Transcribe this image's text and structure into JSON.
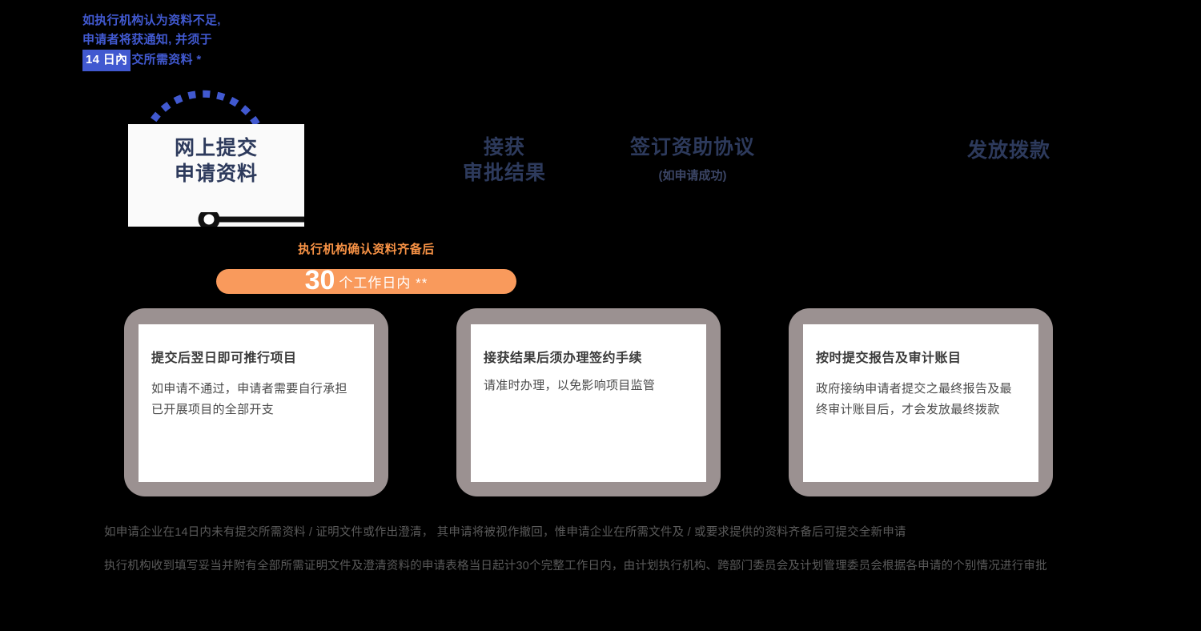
{
  "colors": {
    "background": "#000000",
    "note_blue": "#4159d0",
    "heading_navy": "#2d3a5c",
    "pill_orange": "#f99a5c",
    "pill_label_orange": "#f79245",
    "card_frame_gray": "#9b9191",
    "card_panel_white": "#ffffff",
    "footnote_gray": "#5a5a5a"
  },
  "note": {
    "line1": "如执行机构认为资料不足,",
    "line2": "申请者将获通知, 并须于",
    "badge": "14 日內",
    "line3_rest": "交所需资料 *"
  },
  "step_box": {
    "title_line1": "网上提交",
    "title_line2": "申请资料"
  },
  "headers": [
    {
      "id": "hdr-1",
      "line1": "接获",
      "line2": "审批结果",
      "sub": ""
    },
    {
      "id": "hdr-2",
      "line1": "签订资助协议",
      "line2": "",
      "sub": "(如申请成功)"
    },
    {
      "id": "hdr-3",
      "line1": "发放拨款",
      "line2": "",
      "sub": ""
    }
  ],
  "pill": {
    "label": "执行机构确认资料齐备后",
    "number": "30",
    "unit": "个工作日内 **"
  },
  "cards": [
    {
      "title": "提交后翌日即可推行项目",
      "body": "如申请不通过，申请者需要自行承担已开展项目的全部开支"
    },
    {
      "title": "接获结果后须办理签约手续",
      "body": "请准时办理，以免影响项目监管"
    },
    {
      "title": "按时提交报告及审计账目",
      "body": "政府接纳申请者提交之最终报告及最终审计账目后，才会发放最终拨款"
    }
  ],
  "footnotes": {
    "note1": "如申请企业在14日内未有提交所需资料 / 证明文件或作出澄清， 其申请将被视作撤回，惟申请企业在所需文件及 / 或要求提供的资料齐备后可提交全新申请",
    "note2": "执行机构收到填写妥当并附有全部所需证明文件及澄清资料的申请表格当日起计30个完整工作日内，由计划执行机构、跨部门委员会及计划管理委员会根据各申请的个别情况进行审批"
  },
  "icons": {
    "loop": "dotted-loop-arrow-icon",
    "arrow": "arrow-right-icon",
    "node": "timeline-node-icon",
    "track": "timeline-track-icon"
  }
}
